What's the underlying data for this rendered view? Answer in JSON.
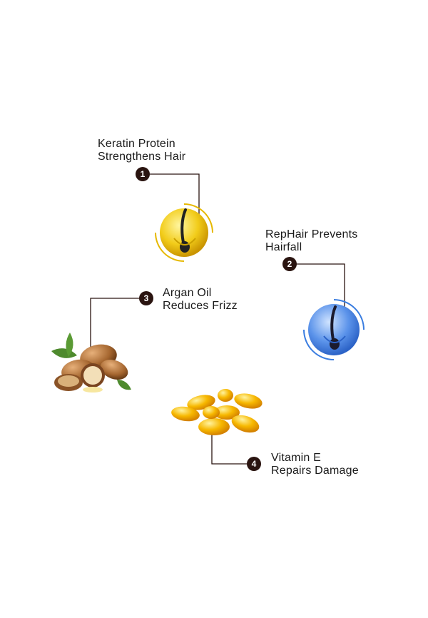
{
  "benefits": [
    {
      "number": "1",
      "line1": "Keratin Protein",
      "line2": "Strengthens Hair",
      "icon": "keratin-follicle-icon",
      "color": "#e6b800"
    },
    {
      "number": "2",
      "line1": "RepHair Prevents",
      "line2": "Hairfall",
      "icon": "rephair-follicle-icon",
      "color": "#3a7de0"
    },
    {
      "number": "3",
      "line1": "Argan Oil",
      "line2": "Reduces Frizz",
      "icon": "argan-nut-icon",
      "color": "#b5733a"
    },
    {
      "number": "4",
      "line1": "Vitamin E",
      "line2": "Repairs Damage",
      "icon": "vitamin-e-capsules-icon",
      "color": "#f2b400"
    }
  ]
}
